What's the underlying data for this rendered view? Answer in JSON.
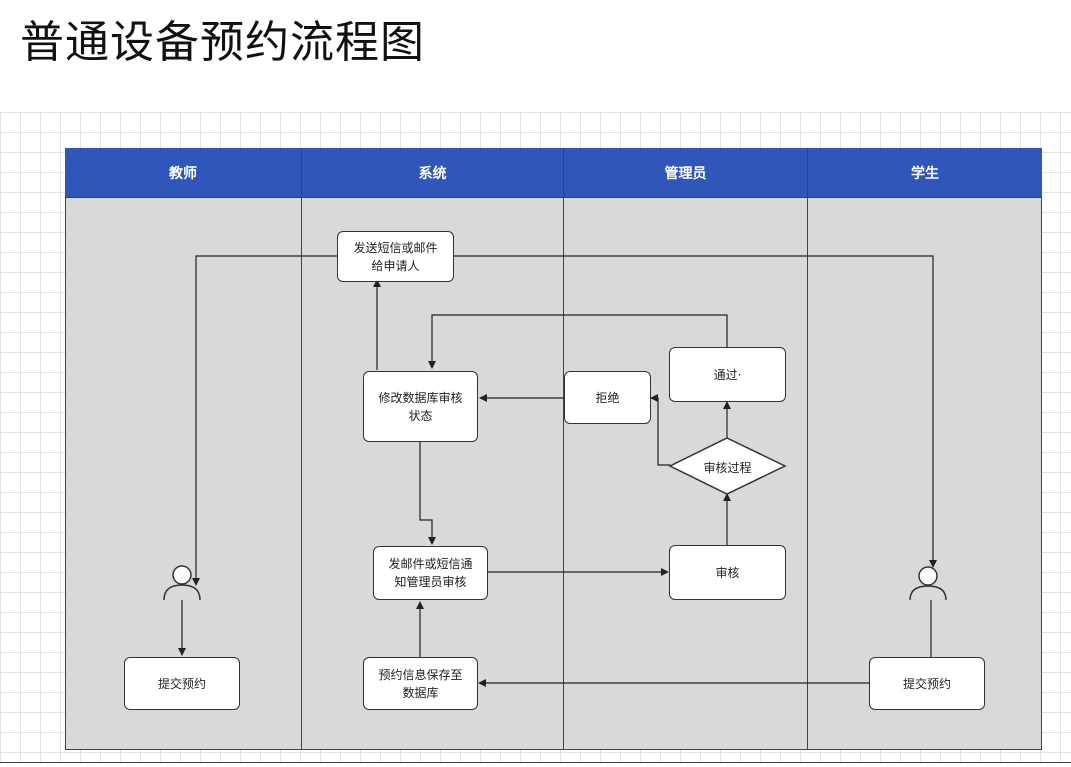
{
  "title": "普通设备预约流程图",
  "lanes": [
    {
      "label": "教师"
    },
    {
      "label": "系统"
    },
    {
      "label": "管理员"
    },
    {
      "label": "学生"
    }
  ],
  "nodes": {
    "send_sms": "发送短信或邮件\n给申请人",
    "modify_db": "修改数据库审核\n状态",
    "notify_admin": "发邮件或短信通\n知管理员审核",
    "save_db": "预约信息保存至\n数据库",
    "reject": "拒绝",
    "pass": "通过·",
    "review_process": "审核过程",
    "review": "审核",
    "teacher_submit": "提交预约",
    "student_submit": "提交预约"
  },
  "icons": {
    "teacher": "person-icon",
    "student": "person-icon"
  },
  "colors": {
    "lane_header": "#2f56b8",
    "lane_body": "#d9d9d9",
    "border": "#2b3f8f"
  }
}
